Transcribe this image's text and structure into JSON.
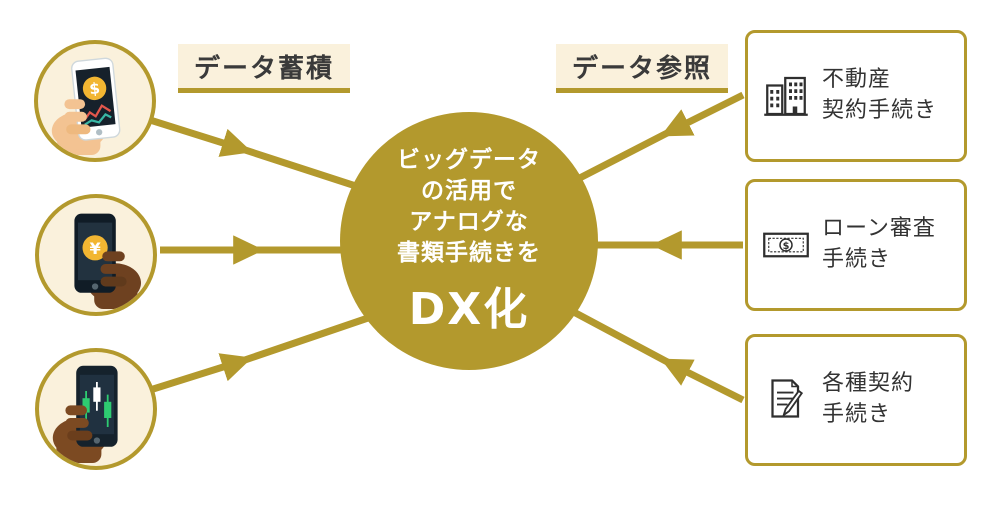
{
  "colors": {
    "gold": "#b3992d",
    "cream": "#faf1dc",
    "text_dark": "#333333",
    "white": "#ffffff",
    "coin_gold": "#f2b632",
    "chart_red": "#e2574c",
    "chart_teal": "#39b7a5",
    "candle_green": "#2ecc71"
  },
  "labels": {
    "left": "データ蓄積",
    "right": "データ参照"
  },
  "center": {
    "lines": [
      "ビッグデータ",
      "の活用で",
      "アナログな",
      "書類手続きを"
    ],
    "big": "DX化"
  },
  "sources": [
    {
      "icon": "phone-dollar-chart-icon"
    },
    {
      "icon": "phone-yen-icon"
    },
    {
      "icon": "phone-candlestick-icon"
    }
  ],
  "targets": [
    {
      "icon": "building-icon",
      "lines": [
        "不動産",
        "契約手続き"
      ]
    },
    {
      "icon": "banknote-icon",
      "lines": [
        "ローン審査",
        "手続き"
      ]
    },
    {
      "icon": "contract-pen-icon",
      "lines": [
        "各種契約",
        "手続き"
      ]
    }
  ]
}
